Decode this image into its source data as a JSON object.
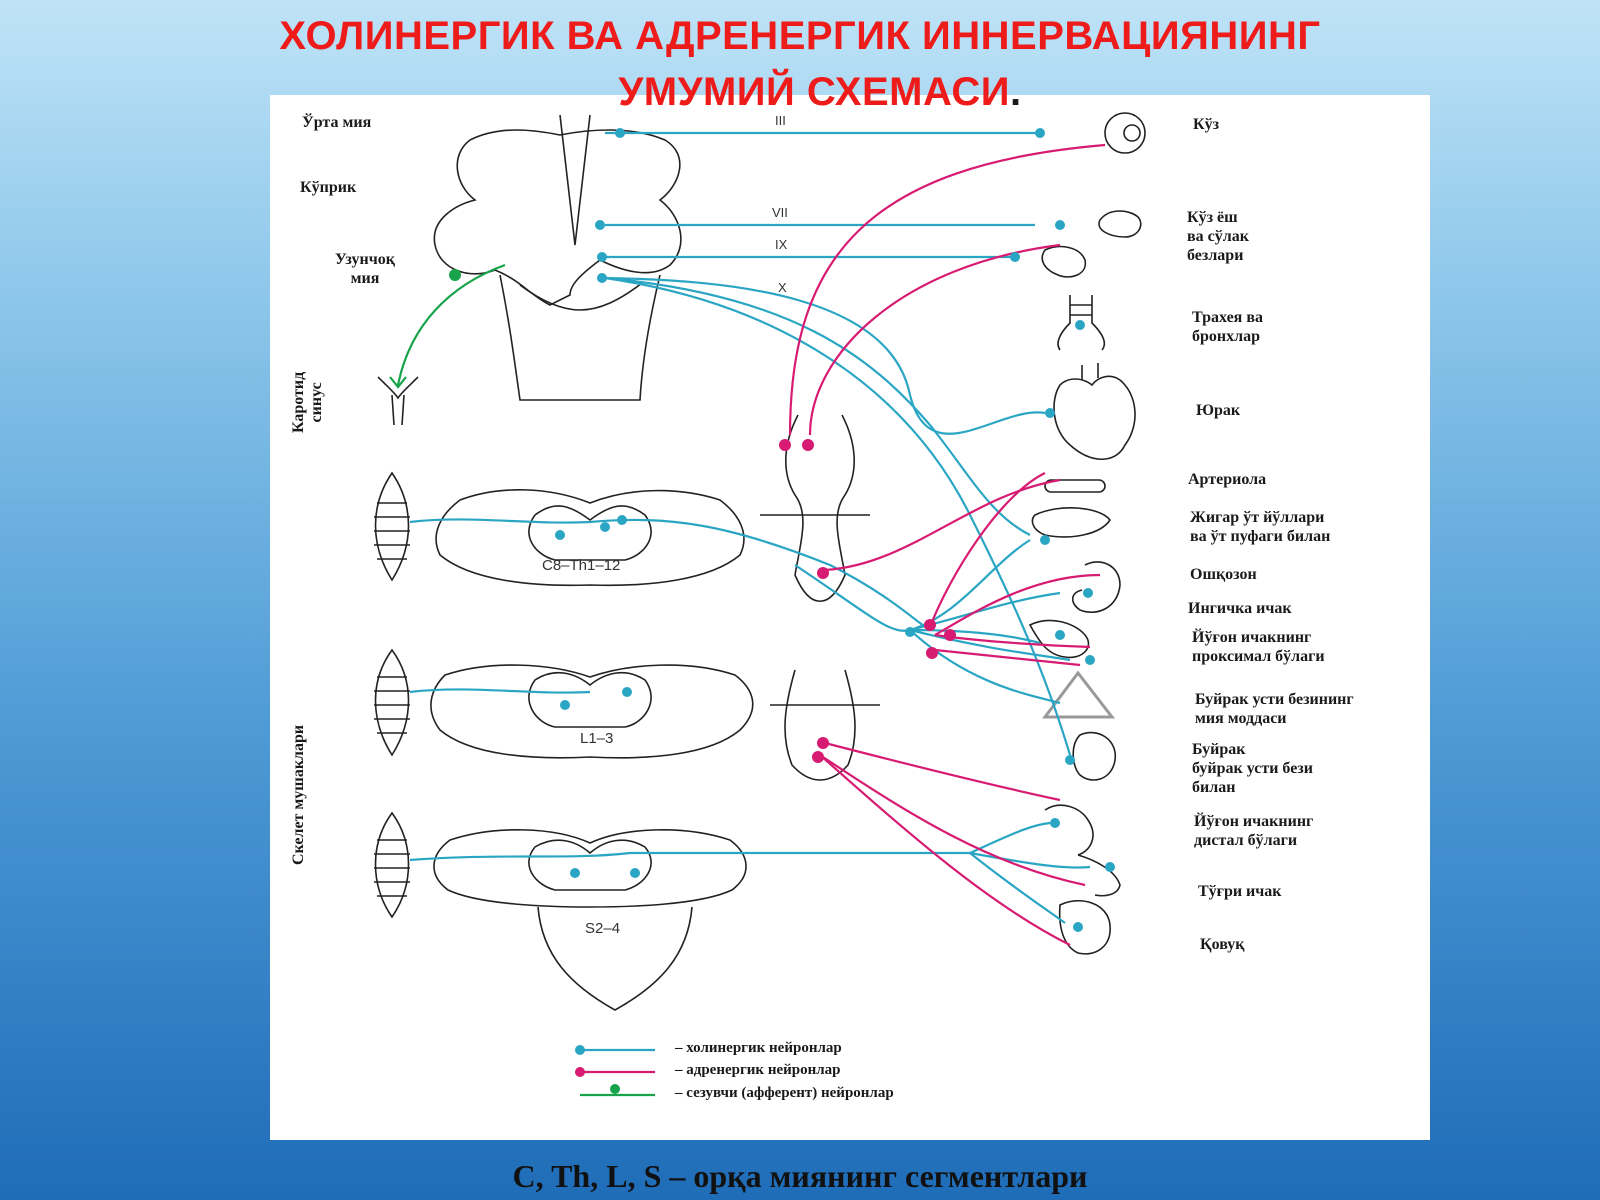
{
  "title": {
    "line1": "ХОЛИНЕРГИК ВА АДРЕНЕРГИК ИННЕРВАЦИЯНИНГ",
    "line2": "УМУМИЙ СХЕМАСИ",
    "period": "."
  },
  "left_labels": {
    "midbrain": "Ўрта мия",
    "pons": "Кўприк",
    "medulla": "Узунчоқ\nмия",
    "carotid_sinus": "Каротид\nсинус",
    "skeletal_muscles": "Скелет мушаклари"
  },
  "nerves": {
    "iii": "III",
    "vii": "VII",
    "ix": "IX",
    "x": "X"
  },
  "segments": {
    "thoracic": "C8–Th1–12",
    "lumbar": "L1–3",
    "sacral": "S2–4"
  },
  "organs": [
    "Кўз",
    "Кўз ёш\nва сўлак\nбезлари",
    "Трахея ва\nбронхлар",
    "Юрак",
    "Артериола",
    "Жигар ўт йўллари\nва ўт пуфаги билан",
    "Ошқозон",
    "Ингичка ичак",
    "Йўғон ичакнинг\nпроксимал бўлаги",
    "Буйрак усти безининг\nмия моддаси",
    "Буйрак\nбуйрак усти бези\nбилан",
    "Йўғон ичакнинг\nдистал бўлаги",
    "Тўғри ичак",
    "Қовуқ"
  ],
  "legend": {
    "cholinergic": "– холинергик нейронлар",
    "adrenergic": "– адренергик нейронлар",
    "afferent": "– сезувчи (афферент) нейронлар"
  },
  "footnote": "C, Th, L, S – орқа миянинг сегментлари",
  "colors": {
    "cholinergic": "#2aa6c4",
    "adrenergic": "#d81b72",
    "afferent": "#16a34a",
    "title": "#ee1b1b"
  }
}
